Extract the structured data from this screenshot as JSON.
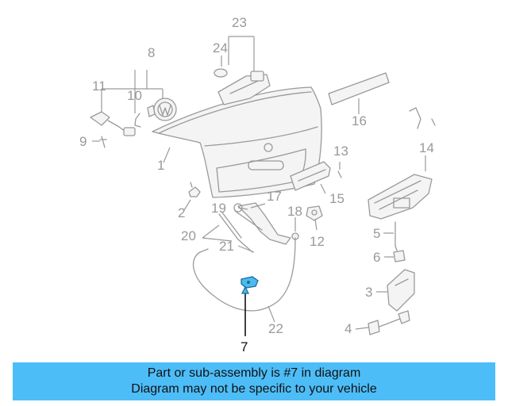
{
  "callouts": {
    "c1": "1",
    "c2": "2",
    "c3": "3",
    "c4": "4",
    "c5": "5",
    "c6": "6",
    "c7": "7",
    "c8": "8",
    "c9": "9",
    "c10": "10",
    "c11": "11",
    "c12": "12",
    "c13": "13",
    "c14": "14",
    "c15": "15",
    "c16": "16",
    "c17": "17",
    "c18": "18",
    "c19": "19",
    "c20": "20",
    "c21": "21",
    "c22": "22",
    "c23": "23",
    "c24": "24"
  },
  "highlight_part": "7",
  "colors": {
    "banner": "#4dbdf8",
    "highlight": "#4dbaf0",
    "lines": "#9a9a9a"
  },
  "banner": {
    "line1": "Part or sub-assembly is #7 in diagram",
    "line2": "Diagram may not be specific to your vehicle"
  }
}
